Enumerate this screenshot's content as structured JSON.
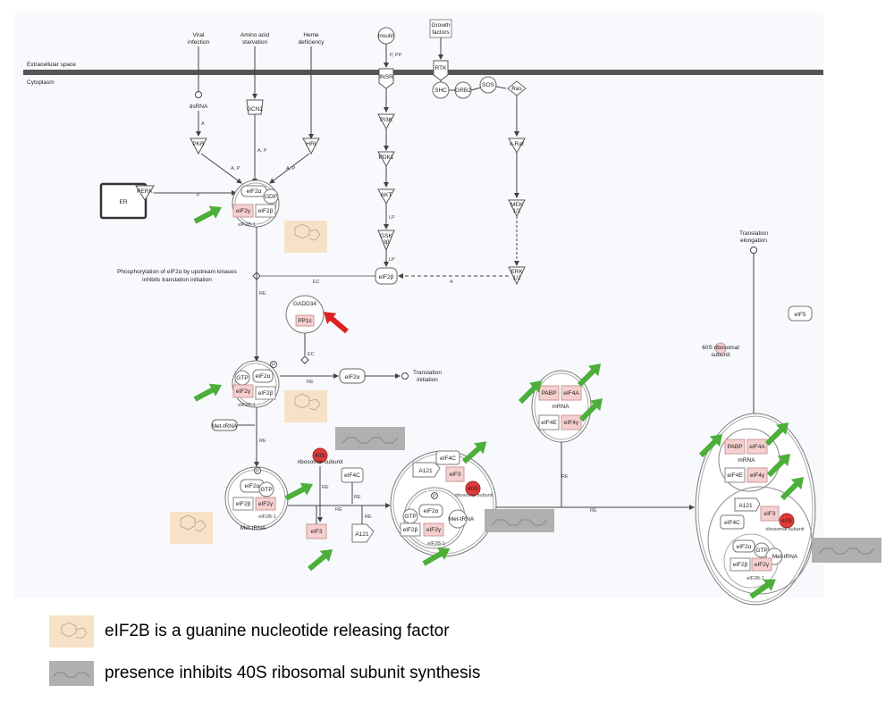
{
  "membrane": {
    "extracellular": "Extracellular space",
    "cytoplasm": "Cytoplasm"
  },
  "stimuli": {
    "viral": [
      "Viral",
      "infection"
    ],
    "amino": [
      "Amino acid",
      "starvation"
    ],
    "heme": [
      "Heme",
      "deficiency"
    ],
    "insulin": "Insulin",
    "growth": [
      "Growth",
      "factors"
    ]
  },
  "nodes": {
    "dsRNA": "dsRNA",
    "GCN2": "GCN2",
    "PKR": "PKR",
    "HRI": "HRI",
    "PERK": "PERK",
    "ER": "ER",
    "INSR": "INSR",
    "PI3K": "PI3K",
    "PDK1": "PDK1",
    "AKT": "AKT",
    "GSK3B": [
      "GSK",
      "3β"
    ],
    "eIF2B_mid": "eIF2β",
    "RTK": "RTK",
    "SHC": "SHC",
    "GRB2": "GRB2",
    "SOS": "SOS",
    "Ras": "Ras",
    "cRaf": "c-Raf",
    "MEK": [
      "MEK",
      "1/2"
    ],
    "ERK": [
      "ERK",
      "1/2"
    ],
    "GADD34": "GADD34",
    "PP1c": "PP1c",
    "eIF2a_out": "eIF2α",
    "transInit": [
      "Translation",
      "initiation"
    ],
    "transElong": [
      "Translation",
      "elongation"
    ],
    "MetTRNA": "Met-tRNA",
    "r40S_free": [
      "40S",
      "ribosomal subunit"
    ],
    "eIF4C_free": "eIF4C",
    "eIF3_free": "eIF3",
    "A121_free": "A121",
    "eIF5": "eIF5",
    "r60S": [
      "60S ribosomal",
      "subunit"
    ]
  },
  "complex1": {
    "eIF2a": "eIF2α",
    "GDP": "GDP",
    "eIF2g": "eIF2γ",
    "eIF2b": "eIF2β",
    "id": "eIF2B-1"
  },
  "complex2": {
    "GTP": "GTP",
    "eIF2a": "eIF2α",
    "eIF2g": "eIF2γ",
    "eIF2b": "eIF2β",
    "id": "eIF2B-1",
    "p": "P"
  },
  "complex3": {
    "eIF2a": "eIF2α",
    "GTP": "GTP",
    "eIF2b": "eIF2β",
    "eIF2g": "eIF2γ",
    "metTRNA": "Met-tRNA",
    "id": "eIF2B-1",
    "p": "P"
  },
  "complex4": {
    "eIF4C": "eIF4C",
    "A121": "A121",
    "eIF3": "eIF3",
    "r40S": "40S",
    "r40Slabel": "ribosomal subunit",
    "GTP": "GTP",
    "eIF2a": "eIF2α",
    "eIF2b": "eIF2β",
    "eIF2g": "eIF2γ",
    "metTRNA": "Met-tRNA",
    "id": "eIF2B-1",
    "p": "P"
  },
  "complex5": {
    "PABP": "PABP",
    "eIF4A": "eIF4A",
    "mRNA": "mRNA",
    "eIF4E": "eIF4E",
    "eIF4G": "eIF4γ"
  },
  "complex6": {
    "PABP": "PABP",
    "eIF4A": "eIF4A",
    "mRNA": "mRNA",
    "eIF4E": "eIF4E",
    "eIF4G": "eIF4γ",
    "A121": "A121",
    "eIF3": "eIF3",
    "eIF4C": "eIF4C",
    "r40S": "40S",
    "r40Slabel": "ribosomal subunit",
    "eIF2a": "eIF2α",
    "GTP": "GTP",
    "eIF2b": "eIF2β",
    "eIF2g": "eIF2γ",
    "metTRNA": "Met-tRNA",
    "id": "eIF2B-1"
  },
  "notes": {
    "phos": [
      "Phosphorylation of eIF2α by upstream kinases",
      "inhibits translation initiation"
    ]
  },
  "edgeLabels": {
    "A": "A",
    "AP": "A, P",
    "P": "P",
    "PP": "P, PP",
    "RE": "RE",
    "EC": "EC",
    "LP": "LP"
  },
  "legend": {
    "item1": "eIF2B is a guanine nucleotide releasing factor",
    "item2": "presence inhibits 40S ribosomal subunit synthesis"
  },
  "colors": {
    "highlight": "#f6cfcf",
    "highlightStrong": "#e03b3b",
    "green": "#4caf3a",
    "red": "#e02020",
    "beige": "#f7e2c7",
    "gray": "#b0b0b0",
    "membrane": "#555555",
    "panel": "#f7f9fc"
  }
}
